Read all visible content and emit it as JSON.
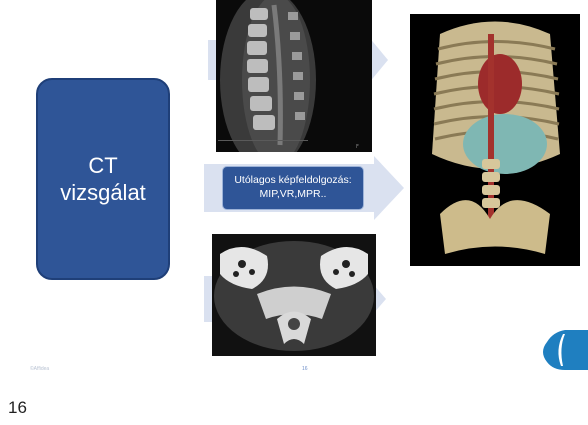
{
  "slide": {
    "ct_box_text": "CT\nvizsgálat",
    "post_processing_text": "Utólagos képfeldolgozás:\nMIP,VR,MPR..",
    "footer_left": "©Affidea",
    "footer_center": "16",
    "colors": {
      "box_fill": "#2f5597",
      "arrow_fill": "#dae1f0"
    },
    "images": [
      "sagittal-spine-ct-image",
      "volume-rendered-thorax-image",
      "coronal-temporal-bone-ct-image"
    ]
  },
  "page_number": "16"
}
